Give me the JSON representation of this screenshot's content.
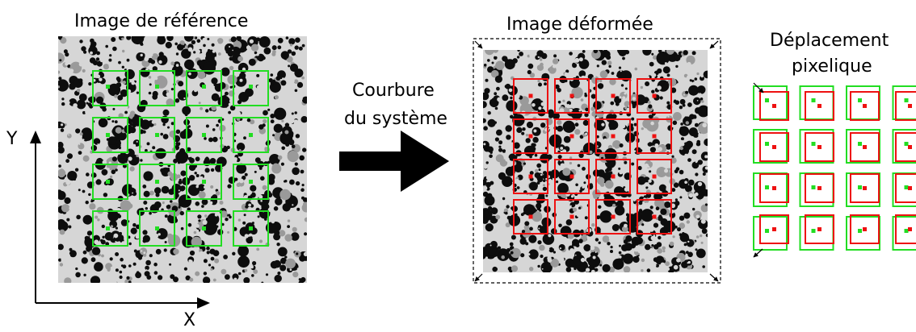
{
  "labels": {
    "reference_title": "Image de référence",
    "deformed_title": "Image déformée",
    "arrow_line1": "Courbure",
    "arrow_line2": "du système",
    "displacement_line1": "Déplacement",
    "displacement_line2": "pixelique",
    "axis_y": "Y",
    "axis_x": "X"
  },
  "colors": {
    "reference_grid": "#22dd22",
    "deformed_grid": "#ee1111",
    "speckle_dark": "#0d0d0d",
    "speckle_light": "#d6d6d6",
    "arrow": "#000000"
  },
  "grid": {
    "rows": 4,
    "cols": 4
  }
}
